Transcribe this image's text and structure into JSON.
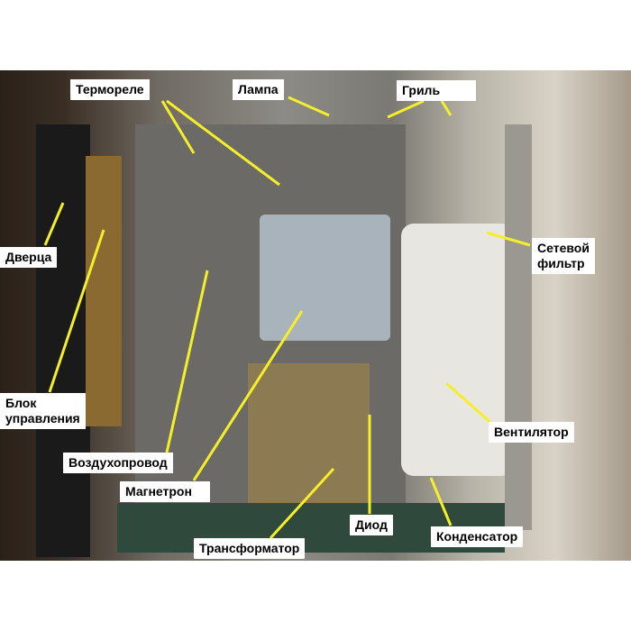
{
  "labels": {
    "thermorelay": "Термореле",
    "lamp": "Лампа",
    "grill": "Гриль",
    "door": "Дверца",
    "line_filter_1": "Сетевой",
    "line_filter_2": "фильтр",
    "control_1": "Блок",
    "control_2": "управления",
    "fan": "Вентилятор",
    "air_duct": "Воздухопровод",
    "magnetron": "Магнетрон",
    "diode": "Диод",
    "capacitor": "Конденсатор",
    "transformer": "Трансформатор"
  },
  "colors": {
    "arrow": "#f5ef2a",
    "label_bg": "#ffffff"
  }
}
